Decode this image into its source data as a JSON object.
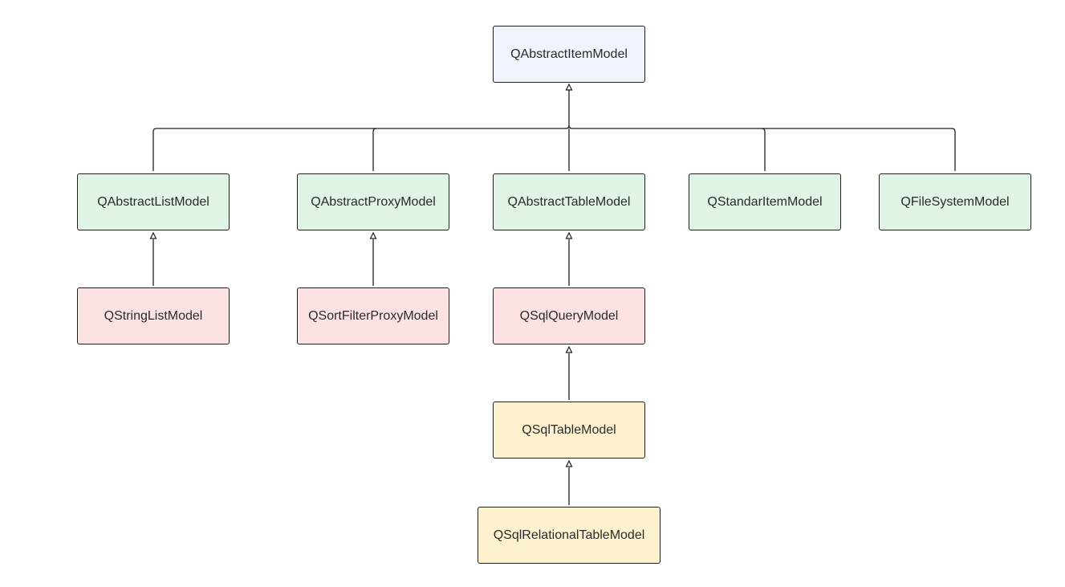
{
  "diagram": {
    "nodes": {
      "root": "QAbstractItemModel",
      "list": "QAbstractListModel",
      "proxy": "QAbstractProxyModel",
      "table": "QAbstractTableModel",
      "standard": "QStandarItemModel",
      "filesystem": "QFileSystemModel",
      "stringlist": "QStringListModel",
      "sortfilter": "QSortFilterProxyModel",
      "sqlquery": "QSqlQueryModel",
      "sqltable": "QSqlTableModel",
      "sqlrelational": "QSqlRelationalTableModel"
    },
    "edges": [
      {
        "from": "list",
        "to": "root"
      },
      {
        "from": "proxy",
        "to": "root"
      },
      {
        "from": "table",
        "to": "root"
      },
      {
        "from": "standard",
        "to": "root"
      },
      {
        "from": "filesystem",
        "to": "root"
      },
      {
        "from": "stringlist",
        "to": "list"
      },
      {
        "from": "sortfilter",
        "to": "proxy"
      },
      {
        "from": "sqlquery",
        "to": "table"
      },
      {
        "from": "sqltable",
        "to": "sqlquery"
      },
      {
        "from": "sqlrelational",
        "to": "sqltable"
      }
    ],
    "colors": {
      "root_fill": "#eef3fc",
      "level1_fill": "#dff4e5",
      "level2_fill": "#fde2e4",
      "level3_fill": "#fdf1cf",
      "border": "#1f1f1f"
    }
  }
}
